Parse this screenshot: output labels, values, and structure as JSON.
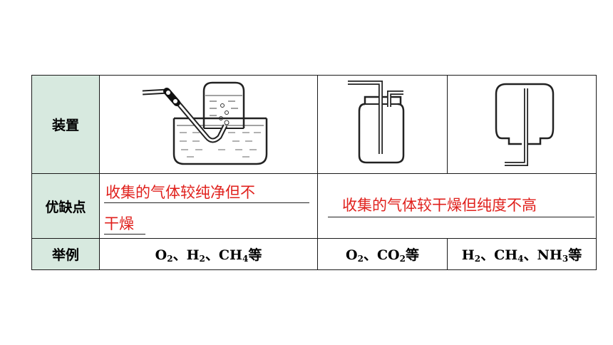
{
  "table": {
    "row_headers": {
      "apparatus": "装置",
      "pros_cons": "优缺点",
      "examples": "举例"
    },
    "pros_cons": {
      "col1_line1": "收集的气体较纯净但不",
      "col1_line2": "干燥",
      "col23": "收集的气体较干燥但纯度不高"
    },
    "examples": {
      "col1": {
        "g1": "O",
        "g1_sub": "2",
        "sep1": "、",
        "g2": "H",
        "g2_sub": "2",
        "sep2": "、",
        "g3": "CH",
        "g3_sub": "4",
        "suffix": "等"
      },
      "col2": {
        "g1": "O",
        "g1_sub": "2",
        "sep1": "、",
        "g2": "CO",
        "g2_sub": "2",
        "suffix": "等"
      },
      "col3": {
        "g1": "H",
        "g1_sub": "2",
        "sep1": "、",
        "g2": "CH",
        "g2_sub": "4",
        "sep2": "、",
        "g3": "NH",
        "g3_sub": "3",
        "suffix": "等"
      }
    },
    "colors": {
      "header_bg": "#d7e9df",
      "annotation_text": "#e0201c",
      "border": "#1a1a1a"
    },
    "illustrations": [
      "water-displacement-apparatus",
      "upward-air-displacement-bottle",
      "downward-air-displacement-bottle"
    ]
  }
}
